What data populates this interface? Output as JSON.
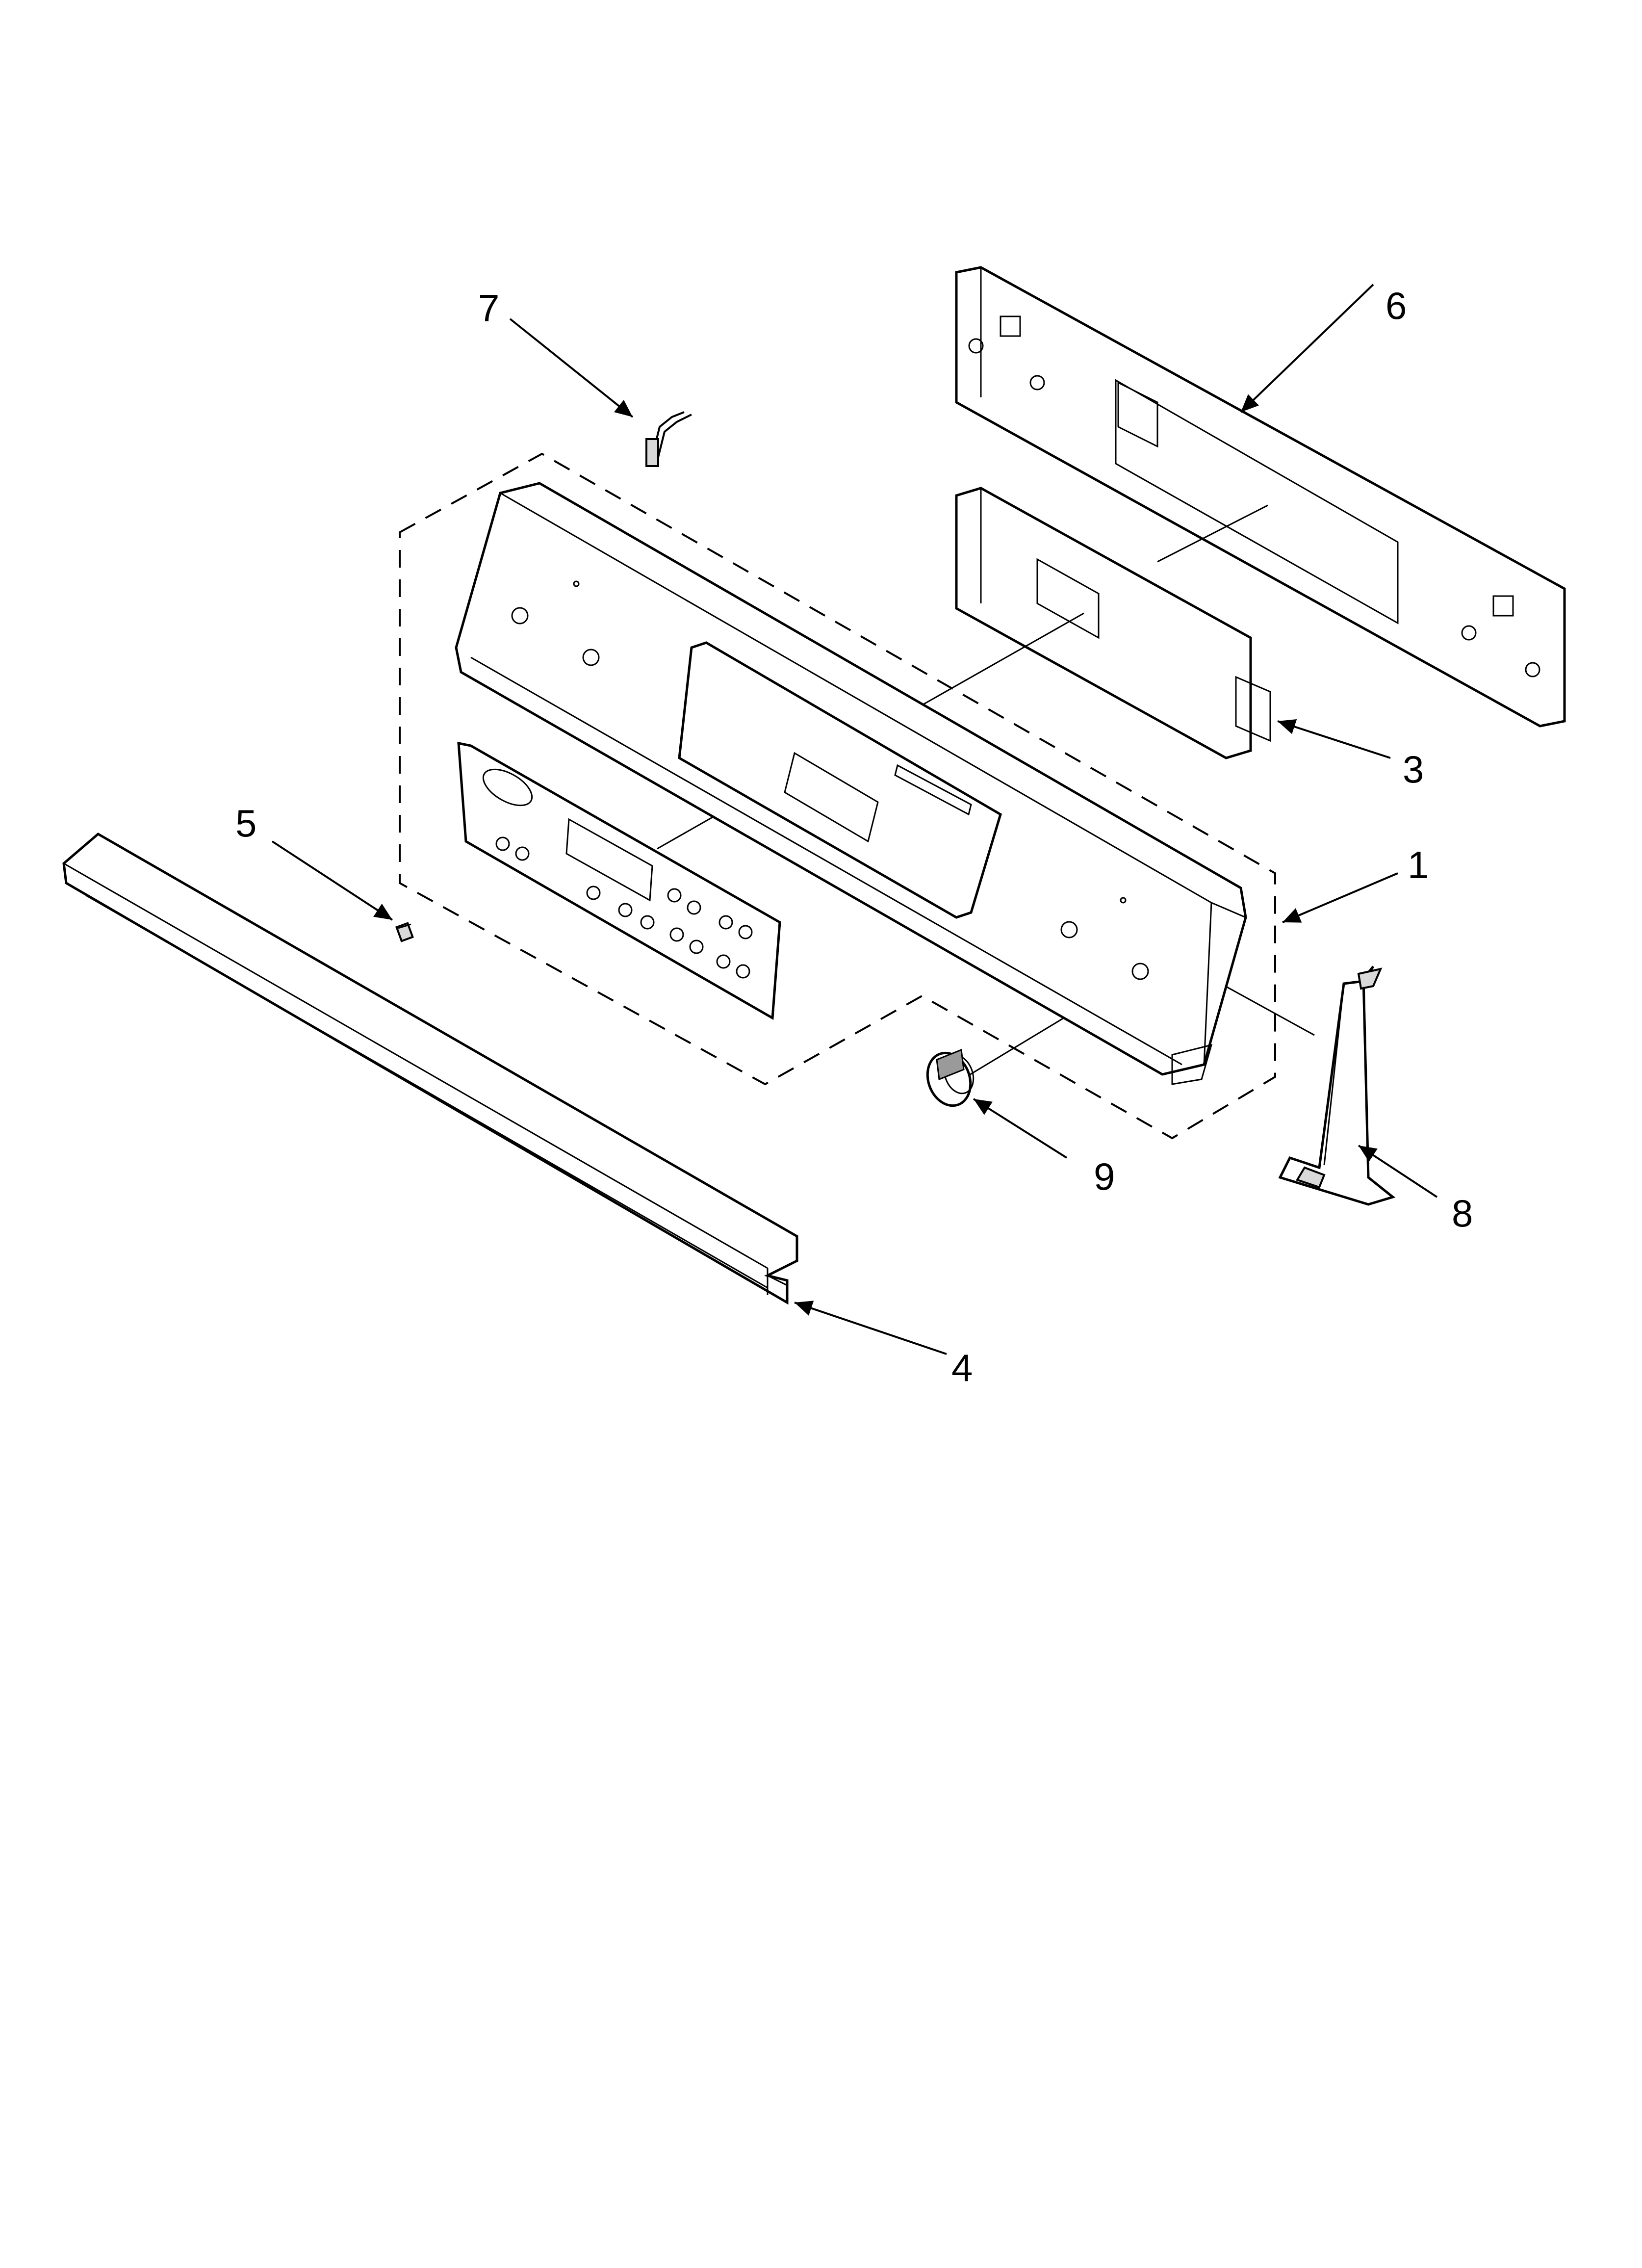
{
  "diagram": {
    "callouts": [
      {
        "id": "1",
        "label": "1"
      },
      {
        "id": "3",
        "label": "3"
      },
      {
        "id": "4",
        "label": "4"
      },
      {
        "id": "5",
        "label": "5"
      },
      {
        "id": "6",
        "label": "6"
      },
      {
        "id": "7",
        "label": "7"
      },
      {
        "id": "8",
        "label": "8"
      },
      {
        "id": "9",
        "label": "9"
      }
    ],
    "parts": [
      {
        "id": "1",
        "icon": "console-panel-icon"
      },
      {
        "id": "3",
        "icon": "control-board-icon"
      },
      {
        "id": "4",
        "icon": "trim-strip-icon"
      },
      {
        "id": "5",
        "icon": "screw-icon"
      },
      {
        "id": "6",
        "icon": "rear-console-panel-icon"
      },
      {
        "id": "7",
        "icon": "wire-harness-icon"
      },
      {
        "id": "8",
        "icon": "end-cap-icon"
      },
      {
        "id": "9",
        "icon": "knob-icon"
      }
    ]
  }
}
